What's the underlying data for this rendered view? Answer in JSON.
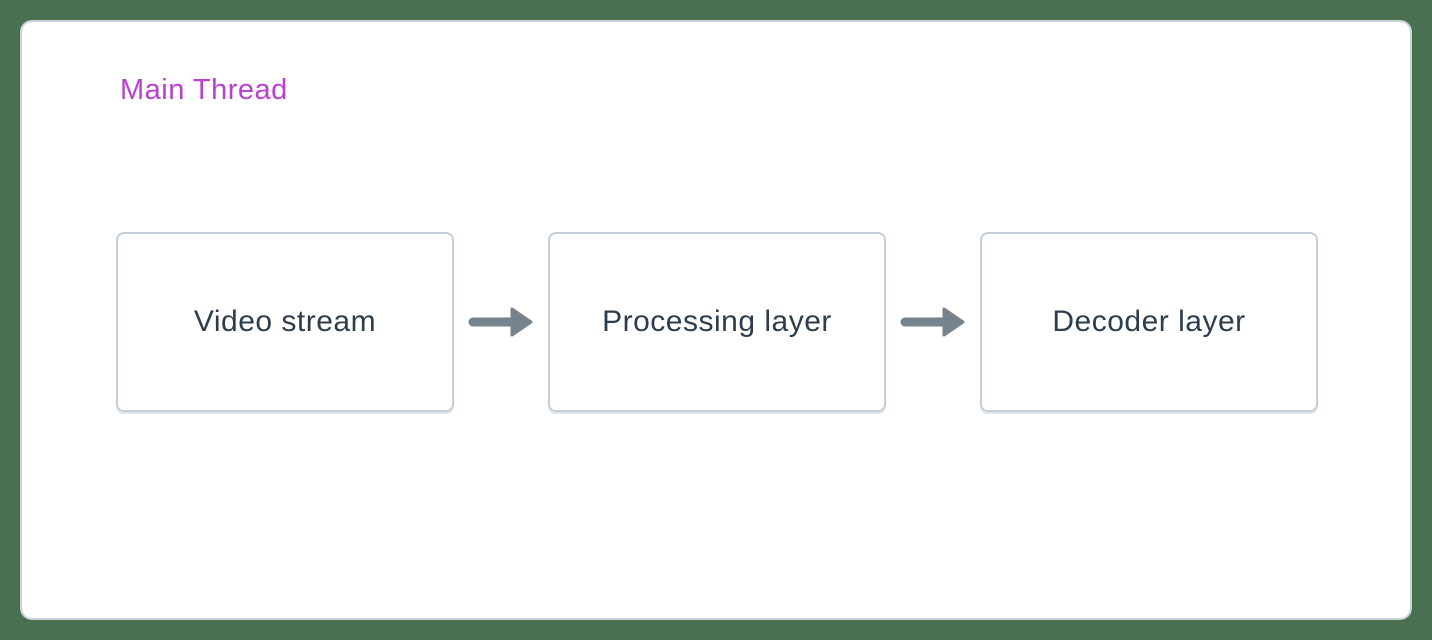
{
  "panel": {
    "title": "Main Thread"
  },
  "flow": {
    "nodes": [
      {
        "id": "video-stream",
        "label": "Video stream"
      },
      {
        "id": "processing-layer",
        "label": "Processing layer"
      },
      {
        "id": "decoder-layer",
        "label": "Decoder layer"
      }
    ],
    "connections": [
      {
        "from": "Video stream",
        "to": "Processing layer",
        "icon": "arrow-right-icon"
      },
      {
        "from": "Processing layer",
        "to": "Decoder layer",
        "icon": "arrow-right-icon"
      }
    ]
  },
  "colors": {
    "background": "#497050",
    "panel_border": "#c9d3dc",
    "node_border": "#c5cfd9",
    "node_text": "#2e3d4e",
    "title_text": "#ba3fd2",
    "arrow": "#76828c"
  }
}
